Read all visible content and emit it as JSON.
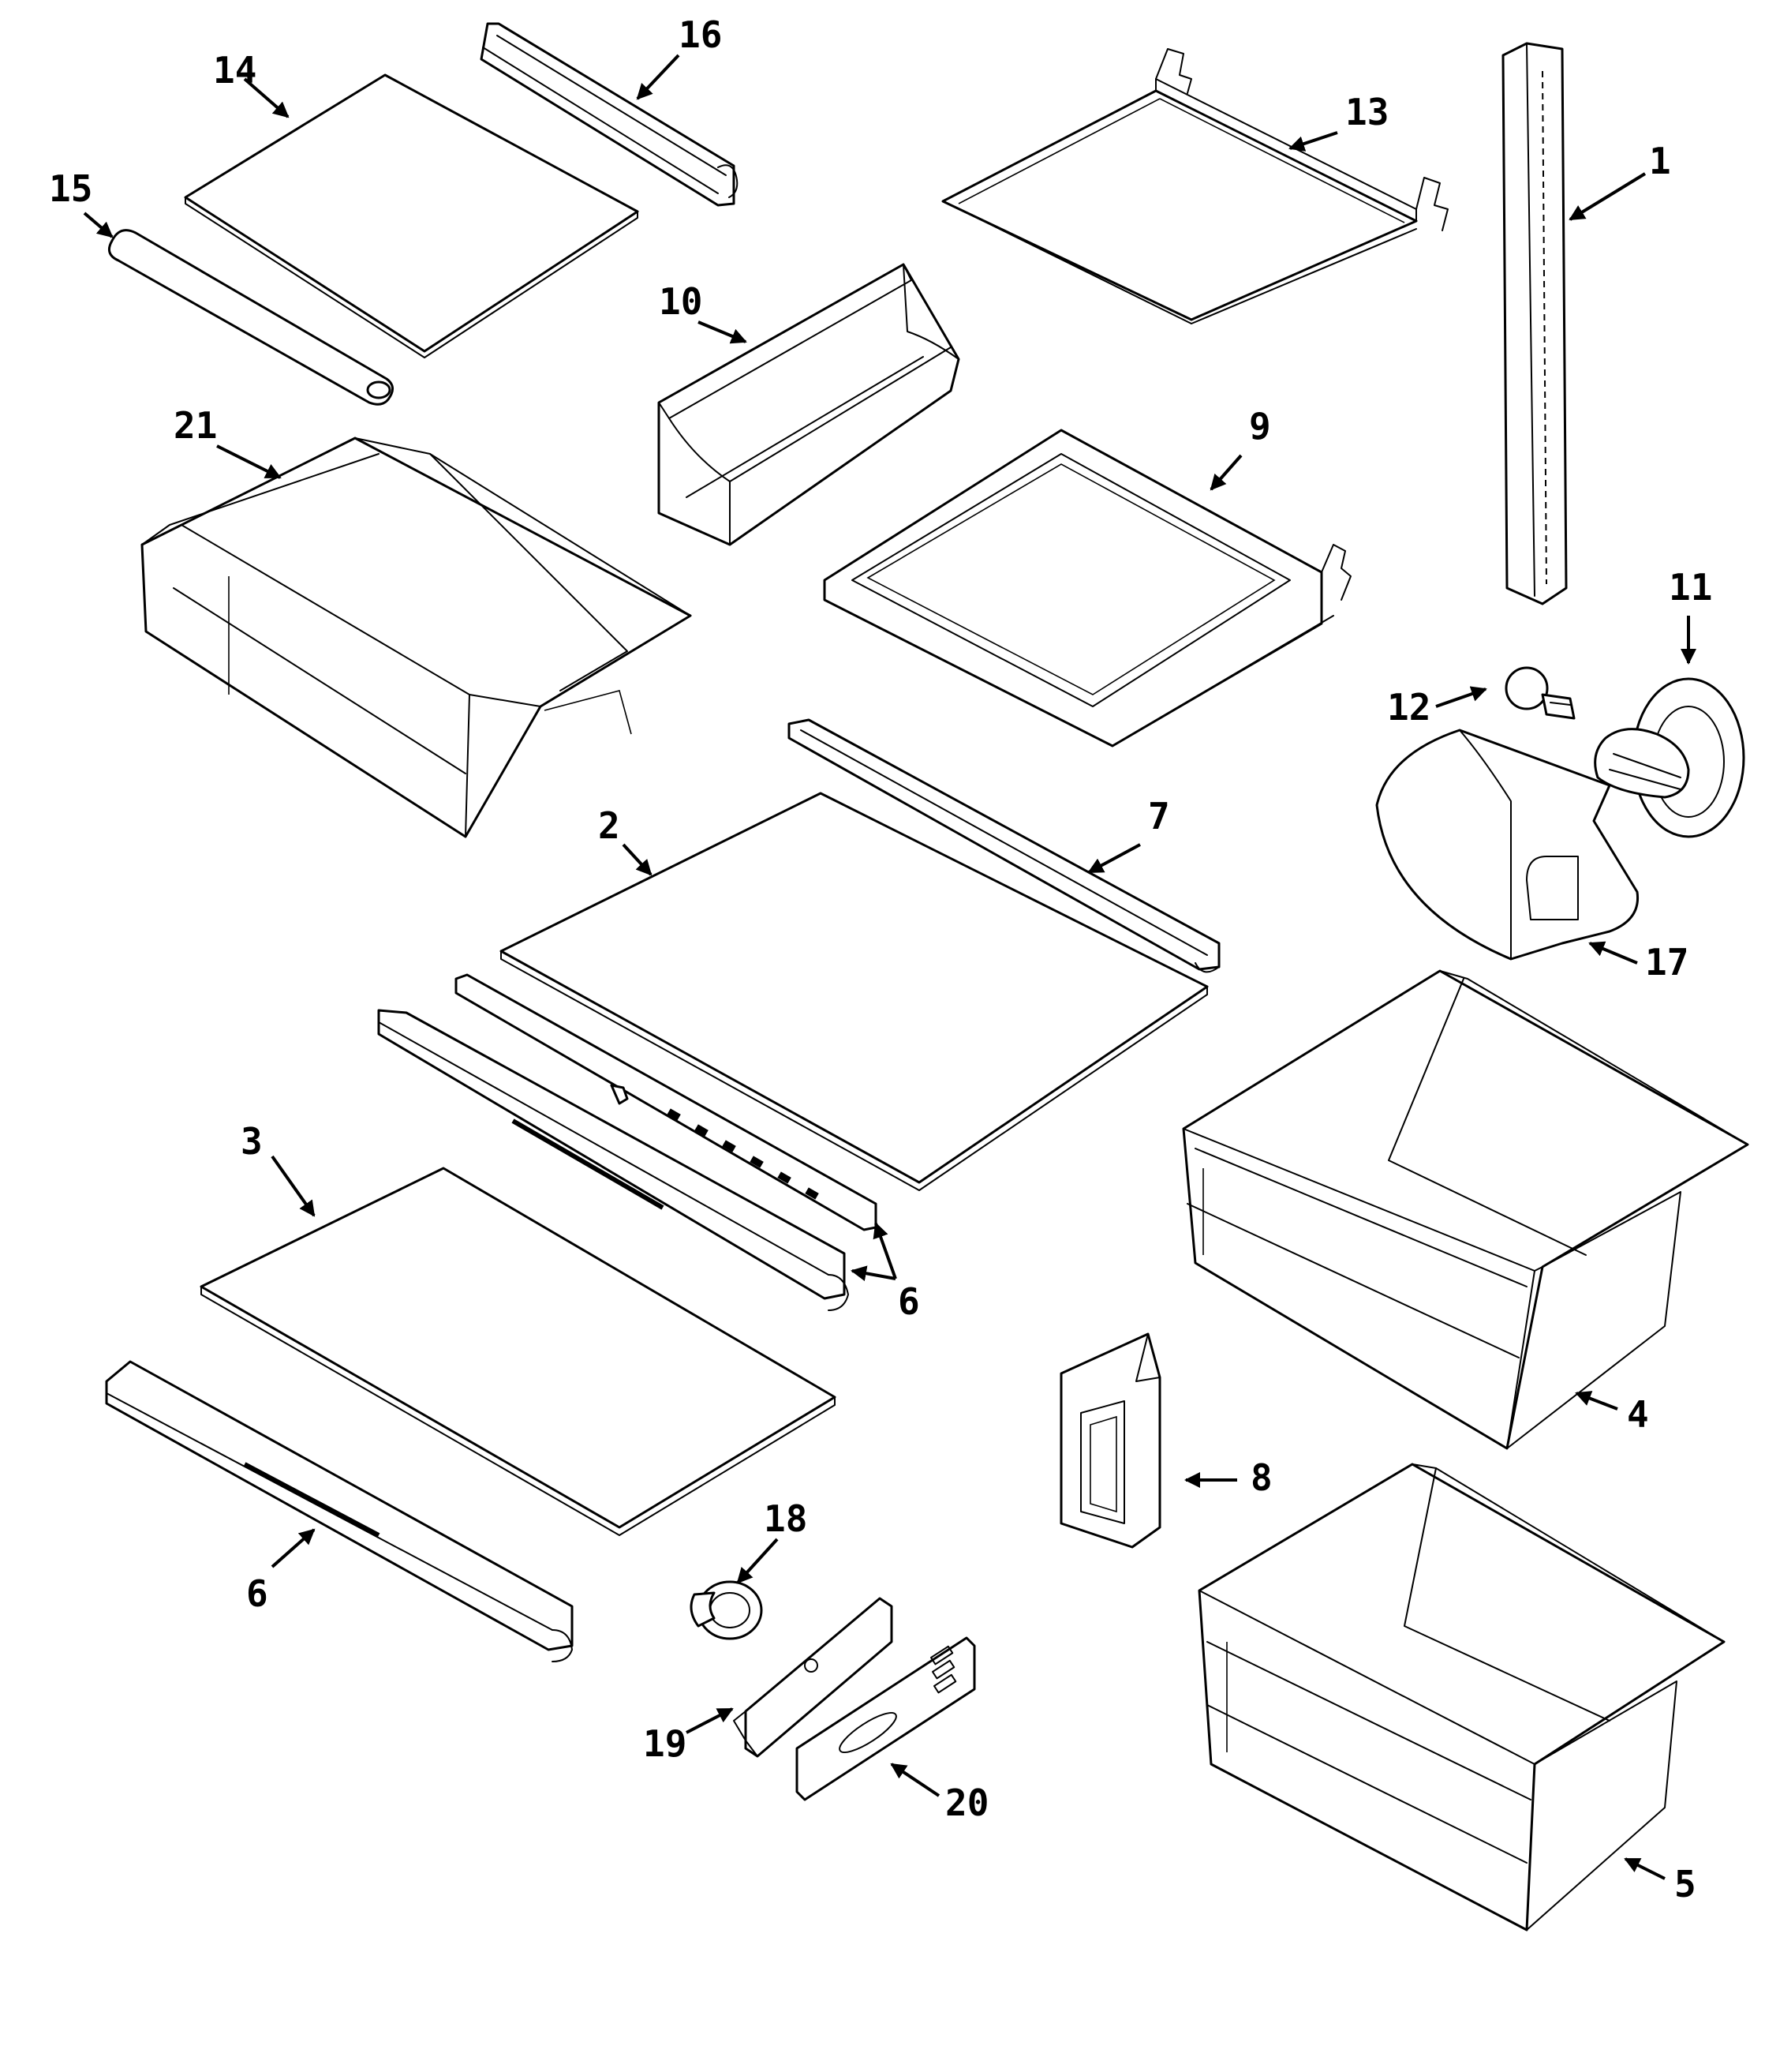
{
  "callouts": [
    {
      "id": "c1",
      "text": "1"
    },
    {
      "id": "c2",
      "text": "2"
    },
    {
      "id": "c3",
      "text": "3"
    },
    {
      "id": "c4",
      "text": "4"
    },
    {
      "id": "c5",
      "text": "5"
    },
    {
      "id": "c6a",
      "text": "6"
    },
    {
      "id": "c6b",
      "text": "6"
    },
    {
      "id": "c7",
      "text": "7"
    },
    {
      "id": "c8",
      "text": "8"
    },
    {
      "id": "c9",
      "text": "9"
    },
    {
      "id": "c10",
      "text": "10"
    },
    {
      "id": "c11",
      "text": "11"
    },
    {
      "id": "c12",
      "text": "12"
    },
    {
      "id": "c13",
      "text": "13"
    },
    {
      "id": "c14",
      "text": "14"
    },
    {
      "id": "c15",
      "text": "15"
    },
    {
      "id": "c16",
      "text": "16"
    },
    {
      "id": "c17",
      "text": "17"
    },
    {
      "id": "c18",
      "text": "18"
    },
    {
      "id": "c19",
      "text": "19"
    },
    {
      "id": "c20",
      "text": "20"
    },
    {
      "id": "c21",
      "text": "21"
    }
  ]
}
